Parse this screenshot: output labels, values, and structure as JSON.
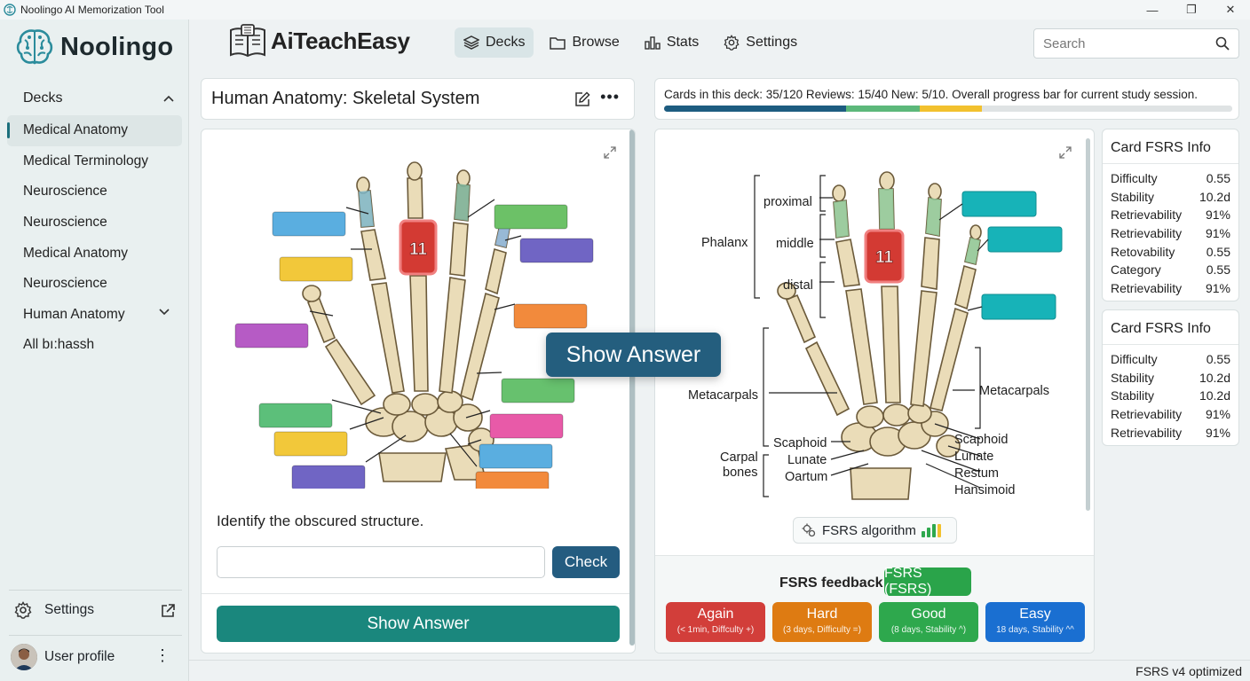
{
  "window": {
    "title": "Noolingo AI Memorization Tool",
    "controls": [
      "—",
      "❐",
      "✕"
    ]
  },
  "sidebar": {
    "brand": "Noolingo",
    "section_label": "Decks",
    "items": [
      {
        "label": "Medical Anatomy",
        "active": true
      },
      {
        "label": "Medical Terminology"
      },
      {
        "label": "Neuroscience"
      },
      {
        "label": "Neuroscience"
      },
      {
        "label": "Medical Anatomy"
      },
      {
        "label": "Neuroscience"
      },
      {
        "label": "Human Anatomy",
        "chevron": "chevron-down-icon"
      },
      {
        "label": "All bı:hassh"
      }
    ],
    "settings_label": "Settings",
    "profile_label": "User profile"
  },
  "topbar": {
    "logo_text": "AiTeachEasy",
    "nav": [
      {
        "label": "Decks",
        "icon": "layers-icon",
        "active": true
      },
      {
        "label": "Browse",
        "icon": "folder-icon"
      },
      {
        "label": "Stats",
        "icon": "bar-chart-icon"
      },
      {
        "label": "Settings",
        "icon": "gear-icon"
      }
    ],
    "search_placeholder": "Search"
  },
  "deck": {
    "title": "Human Anatomy: Skeletal System"
  },
  "progress": {
    "text": "Cards in this deck: 35/120  Reviews: 15/40  New: 5/10. Overall progress bar for current study session.",
    "segments": [
      {
        "fraction": 0.32,
        "color": "#1d5c80"
      },
      {
        "fraction": 0.13,
        "color": "#5cb87a"
      },
      {
        "fraction": 0.11,
        "color": "#f2c12e"
      },
      {
        "fraction": 0.44,
        "color": "#dfe3e4"
      }
    ]
  },
  "question": {
    "marker": "11",
    "prompt": "Identify the obscured structure.",
    "input_value": "",
    "check_label": "Check",
    "show_answer_label": "Show Answer"
  },
  "floating_button": "Show Answer",
  "answer": {
    "marker": "11",
    "labels": {
      "proximal": "proximal",
      "middle": "middle",
      "distal": "distal",
      "phalanx": "Phalanx",
      "metacarpals_left": "Metacarpals",
      "metacarpals_right": "Metacarpals",
      "carpal_bones_1": "Carpal",
      "carpal_bones_2": "bones",
      "scaphoid_left": "Scaphoid",
      "lunate_left": "Lunate",
      "oartum": "Oartum",
      "scaphoid_right": "Scaphoid",
      "lunate_right": "Lunate",
      "restum": "Restum",
      "hansimoid": "Hansimoid"
    },
    "algorithm_label": "FSRS algorithm",
    "feedback_label": "FSRS feedback:",
    "feedback_pill": "FSRS (FSRS)",
    "ratings": [
      {
        "label": "Again",
        "sub": "(< 1min, Diffculty +)",
        "color": "#d23e3a"
      },
      {
        "label": "Hard",
        "sub": "(3 days, Difficulty =)",
        "color": "#de7b12"
      },
      {
        "label": "Good",
        "sub": "(8 days, Stability ^)",
        "color": "#2ea84d"
      },
      {
        "label": "Easy",
        "sub": "18 days, Stability ^^",
        "color": "#1a6fd1"
      }
    ]
  },
  "fsrs_info": [
    {
      "title": "Card FSRS Info",
      "rows": [
        {
          "k": "Difficulty",
          "v": "0.55"
        },
        {
          "k": "Stability",
          "v": "10.2d"
        },
        {
          "k": "Retrievability",
          "v": "91%"
        },
        {
          "k": "Retrievability",
          "v": "91%"
        },
        {
          "k": "Retovability",
          "v": "0.55"
        },
        {
          "k": "Category",
          "v": "0.55"
        },
        {
          "k": "Retrievability",
          "v": "91%"
        }
      ]
    },
    {
      "title": "Card FSRS Info",
      "rows": [
        {
          "k": "Difficulty",
          "v": "0.55"
        },
        {
          "k": "Stability",
          "v": "10.2d"
        },
        {
          "k": "Stability",
          "v": "10.2d"
        },
        {
          "k": "Retrievability",
          "v": "91%"
        },
        {
          "k": "Retrievability",
          "v": "91%"
        }
      ]
    }
  ],
  "status": "FSRS v4 optimized",
  "quiz_box_colors": [
    "#5aaee0",
    "#f2c83a",
    "#b65bc5",
    "#5cbf7a",
    "#f2c83a",
    "#7065c4",
    "#6cc167",
    "#7065c4",
    "#f28a3c",
    "#67c16e",
    "#e85aa8",
    "#5aaee0",
    "#f28a3c"
  ]
}
